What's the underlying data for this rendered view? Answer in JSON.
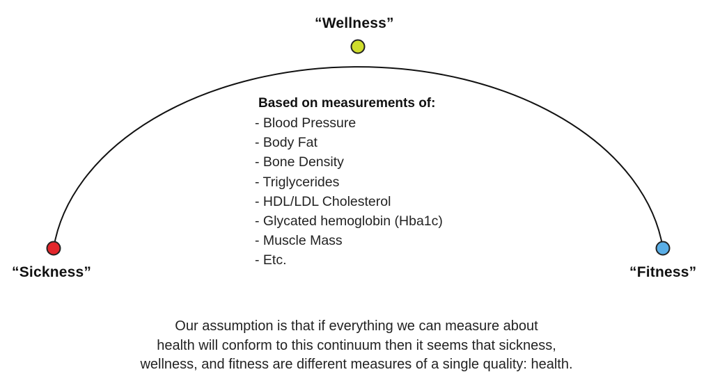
{
  "diagram": {
    "title_nodes": [
      {
        "id": "sickness",
        "label": "“Sickness”",
        "color": "#e3262b",
        "position": "left"
      },
      {
        "id": "wellness",
        "label": "“Wellness”",
        "color": "#cfdd2c",
        "position": "top"
      },
      {
        "id": "fitness",
        "label": "“Fitness”",
        "color": "#5aaee6",
        "position": "right"
      }
    ],
    "measurements": {
      "heading": "Based on measurements of:",
      "items": [
        "- Blood Pressure",
        "- Body Fat",
        "- Bone Density",
        "- Triglycerides",
        "- HDL/LDL Cholesterol",
        "- Glycated hemoglobin (Hba1c)",
        "- Muscle Mass",
        "- Etc."
      ]
    },
    "caption": [
      "Our assumption is that if everything we can measure about",
      "health will conform to this continuum then it seems that sickness,",
      "wellness, and fitness are different measures of a single quality: health."
    ]
  }
}
